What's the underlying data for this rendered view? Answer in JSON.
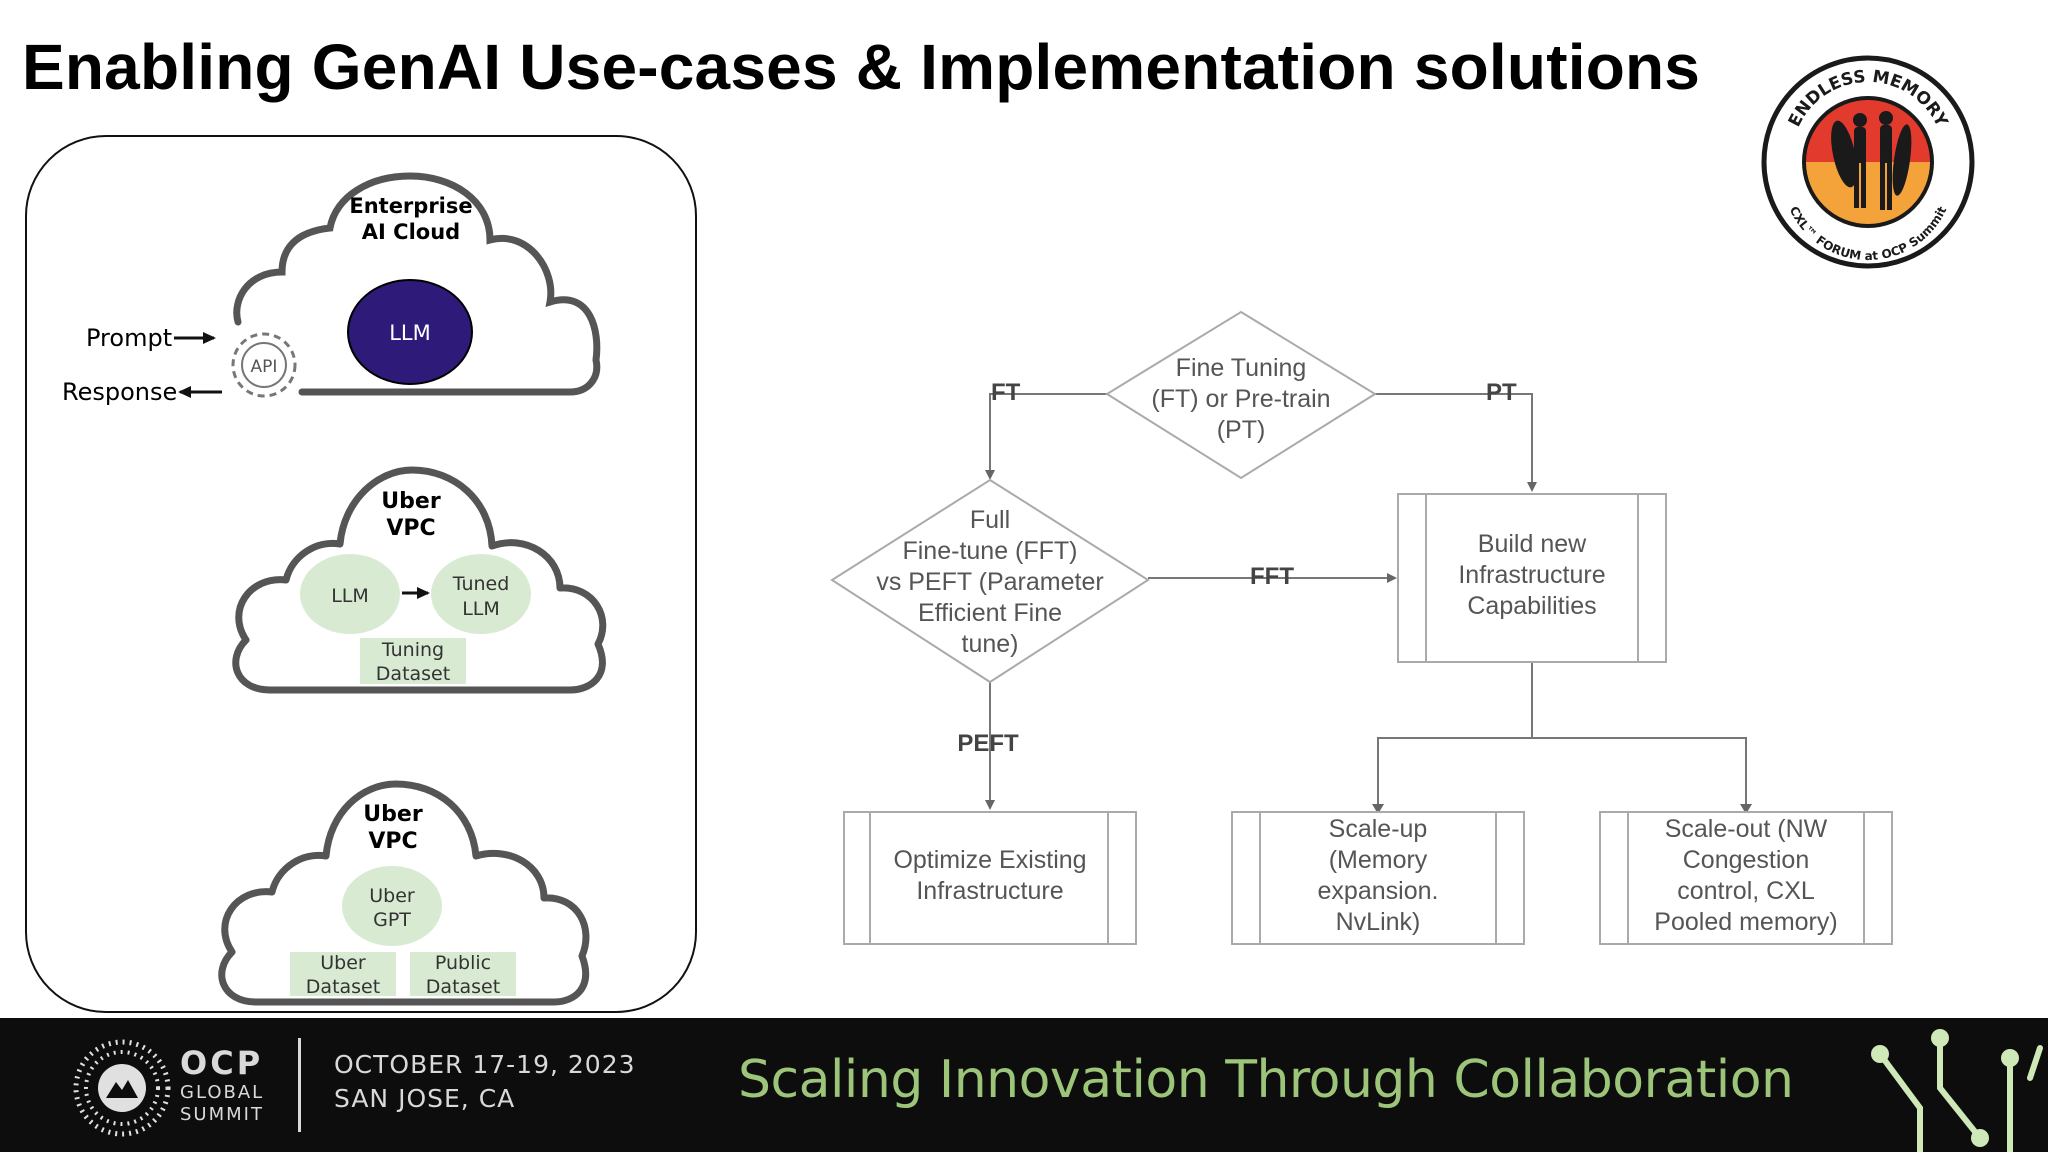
{
  "title": "Enabling GenAI Use-cases & Implementation solutions",
  "left_panel": {
    "cloud1": {
      "title_line1": "Enterprise",
      "title_line2": "AI Cloud",
      "llm": "LLM",
      "api": "API",
      "prompt": "Prompt",
      "response": "Response"
    },
    "cloud2": {
      "title_line1": "Uber",
      "title_line2": "VPC",
      "llm": "LLM",
      "tuned_line1": "Tuned",
      "tuned_line2": "LLM",
      "dataset_line1": "Tuning",
      "dataset_line2": "Dataset"
    },
    "cloud3": {
      "title_line1": "Uber",
      "title_line2": "VPC",
      "gpt_line1": "Uber",
      "gpt_line2": "GPT",
      "dataset1_line1": "Uber",
      "dataset1_line2": "Dataset",
      "dataset2_line1": "Public",
      "dataset2_line2": "Dataset"
    }
  },
  "flowchart": {
    "decision1": [
      "Fine Tuning",
      "(FT) or Pre-train",
      "(PT)"
    ],
    "decision2": [
      "Full",
      "Fine-tune (FFT)",
      "vs PEFT (Parameter",
      "Efficient Fine",
      "tune)"
    ],
    "build_box": [
      "Build new",
      "Infrastructure",
      "Capabilities"
    ],
    "optimize_box": [
      "Optimize Existing",
      "Infrastructure"
    ],
    "scaleup_box": [
      "Scale-up",
      "(Memory",
      "expansion.",
      "NvLink)"
    ],
    "scaleout_box": [
      "Scale-out (NW",
      "Congestion",
      "control, CXL",
      "Pooled memory)"
    ],
    "edge_labels": {
      "ft": "FT",
      "pt": "PT",
      "fft": "FFT",
      "peft": "PEFT"
    }
  },
  "logo": {
    "top_text": "ENDLESS MEMORY",
    "bottom_text": "CXL™ FORUM at OCP Summit",
    "colors": {
      "top": "#e23b2e",
      "bottom": "#f4a23a",
      "ring": "#1a1a1a"
    }
  },
  "footer": {
    "brand_line1": "OCP",
    "brand_line2": "GLOBAL",
    "brand_line3": "SUMMIT",
    "date": "OCTOBER 17-19, 2023",
    "location": "SAN JOSE, CA",
    "tagline": "Scaling Innovation Through Collaboration"
  },
  "colors": {
    "llm_fill": "#2e1a78",
    "light_green": "#d9ead3",
    "tagline": "#9cc57a",
    "cloud_stroke": "#555555"
  }
}
